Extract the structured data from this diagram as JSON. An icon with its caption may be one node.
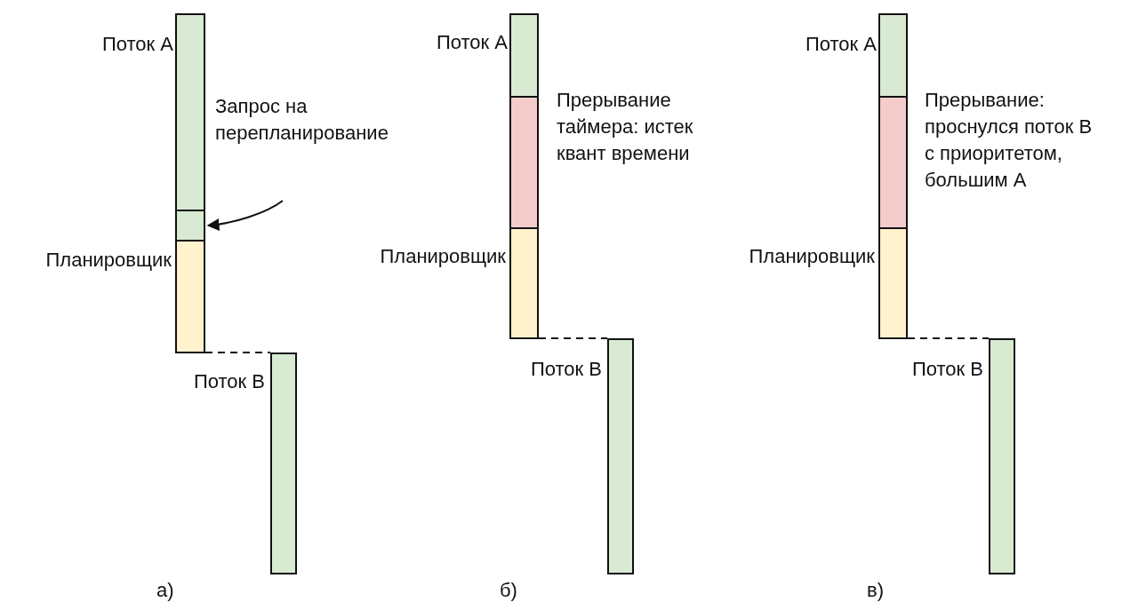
{
  "diagram": {
    "nodes": [
      {
        "text": [],
        "shape": "bar",
        "beside": [
          "Поток A"
        ]
      },
      {
        "text": [],
        "shape": "bar"
      },
      {
        "text": [
          "Запрос на перепланирование"
        ]
      },
      {
        "text": [],
        "shape": "bar",
        "beside": [
          "Планировщик"
        ]
      },
      {
        "text": [],
        "shape": "bar",
        "beside": [
          "Поток B"
        ]
      },
      {
        "text": [],
        "shape": "bar",
        "beside": [
          "Поток A"
        ]
      },
      {
        "text": [],
        "shape": "bar",
        "beside": [
          "Прерывание таймера: истек квант времени"
        ]
      },
      {
        "text": [],
        "shape": "bar",
        "beside": [
          "Планировщик"
        ]
      },
      {
        "text": [],
        "shape": "bar",
        "beside": [
          "Поток B"
        ]
      },
      {
        "text": [],
        "shape": "bar",
        "beside": [
          "Поток A"
        ]
      },
      {
        "text": [],
        "shape": "bar",
        "beside": [
          "Прерывание: проснулся поток B с приоритетом, большим A"
        ]
      },
      {
        "text": [],
        "shape": "bar",
        "beside": [
          "Планировщик"
        ]
      },
      {
        "text": [],
        "shape": "bar",
        "beside": [
          "Поток B"
        ]
      }
    ],
    "edges": [
      {
        "from": 2,
        "to": 1,
        "arrow": "to"
      },
      {
        "from": 3,
        "to": 4,
        "arrow": "none",
        "style": "dashed"
      },
      {
        "from": 7,
        "to": 8,
        "arrow": "none",
        "style": "dashed"
      },
      {
        "from": 11,
        "to": 12,
        "arrow": "none",
        "style": "dashed"
      }
    ],
    "labels": [
      "а)",
      "б)",
      "в)"
    ]
  }
}
